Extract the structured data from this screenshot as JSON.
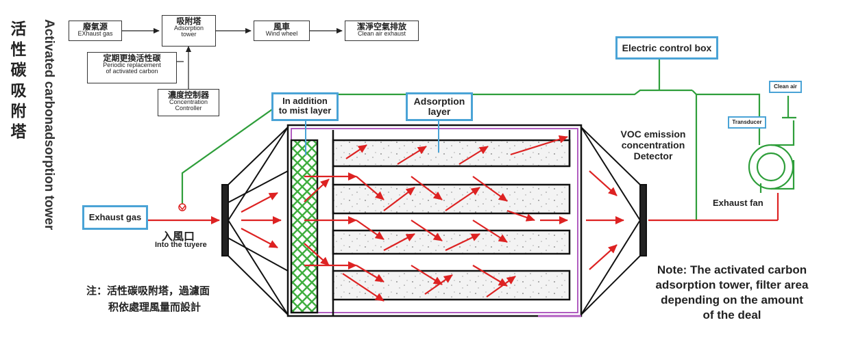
{
  "title": {
    "zh": "活性碳吸附塔",
    "en": "Activated carbonadsorption tower"
  },
  "flowchart": {
    "exhaust_source": {
      "zh": "廢氣源",
      "en": "EXhaust gas"
    },
    "adsorption_tower": {
      "zh": "吸附塔",
      "en1": "Adsorption",
      "en2": "tower"
    },
    "wind_wheel": {
      "zh": "風車",
      "en": "Wind wheel"
    },
    "clean_air_exhaust": {
      "zh": "潔淨空氣排放",
      "en": "Clean air exhaust"
    },
    "periodic_replacement": {
      "zh": "定期更換活性碳",
      "en1": "Periodic replacement",
      "en2": "of activated carbon"
    },
    "concentration_controller": {
      "zh": "濃度控制器",
      "en1": "Concentration",
      "en2": "Controller"
    }
  },
  "labels": {
    "electric_control_box": "Electric control box",
    "mist_layer_1": "In addition",
    "mist_layer_2": "to mist layer",
    "adsorption_layer_1": "Adsorption",
    "adsorption_layer_2": "layer",
    "voc_1": "VOC emission",
    "voc_2": "concentration",
    "voc_3": "Detector",
    "clean_air": "Clean air",
    "transducer": "Transducer",
    "exhaust_fan": "Exhaust fan",
    "exhaust_gas": "Exhaust gas",
    "inlet_zh": "入風口",
    "inlet_en": "Into the tuyere"
  },
  "notes": {
    "zh_line1": "注：活性碳吸附塔，過濾面",
    "zh_line2": "积依處理風量而設計",
    "en_line1": "Note:  The activated carbon",
    "en_line2": "adsorption tower, filter area",
    "en_line3": "depending on the amount",
    "en_line4": "of the deal"
  },
  "colors": {
    "flow_arrow": "#dd2222",
    "control_wire": "#2e9e3a",
    "label_border": "#4aa3d6",
    "housing_border": "#b05cc0",
    "mist_fill": "#3fae3f"
  }
}
